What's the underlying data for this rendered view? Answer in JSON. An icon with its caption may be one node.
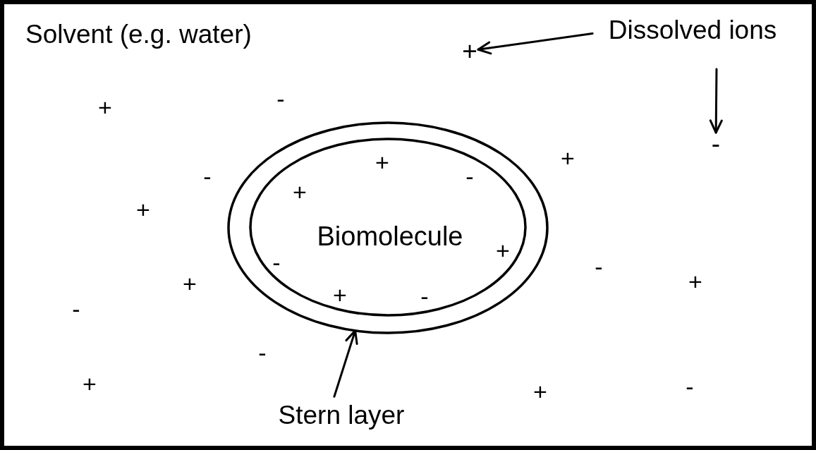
{
  "diagram": {
    "nodes": [
      {
        "text": [
          "Solvent (e.g. water)"
        ]
      },
      {
        "text": [
          "Dissolved ions"
        ],
        "in": 0
      },
      {
        "text": [
          "+"
        ],
        "in": 0
      },
      {
        "text": [
          "-"
        ],
        "in": 0
      },
      {
        "text": [],
        "shape": "ellipse",
        "in": 0
      },
      {
        "text": [
          "Biomolecule"
        ],
        "in": 4
      },
      {
        "text": [
          "Stern layer"
        ],
        "in": 0
      }
    ],
    "edges": [
      {
        "from": 1,
        "to": 2,
        "arrow": "to"
      },
      {
        "from": 1,
        "to": 3,
        "arrow": "to"
      },
      {
        "from": 6,
        "to": 4,
        "arrow": "to"
      }
    ],
    "labels": [
      "-",
      "+",
      "+",
      "+",
      "-",
      "-",
      "+",
      "+",
      "+",
      "-",
      "-",
      "+",
      "+",
      "+",
      "-",
      "-",
      "-",
      "+",
      "-",
      "+"
    ]
  }
}
